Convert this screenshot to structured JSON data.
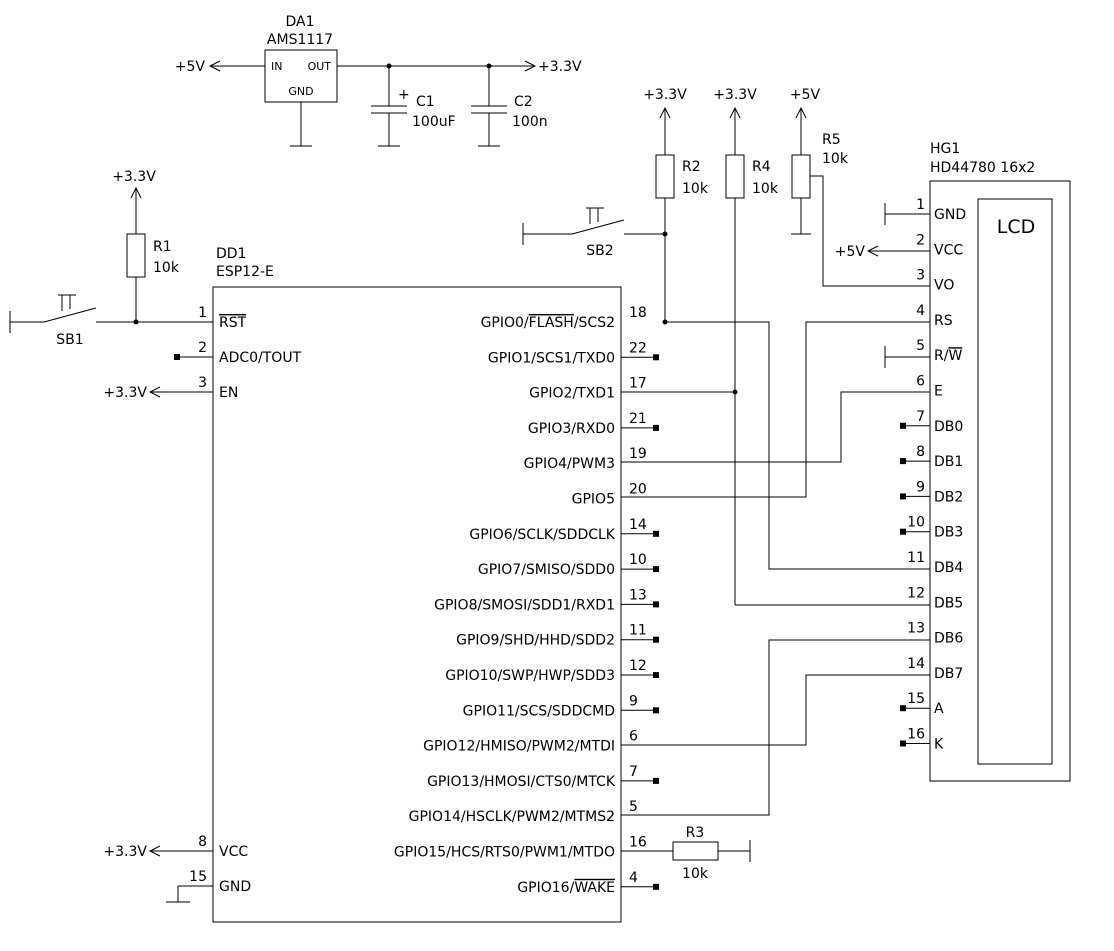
{
  "regulator": {
    "ref": "DA1",
    "part": "AMS1117",
    "pin_in": "IN",
    "pin_out": "OUT",
    "pin_gnd": "GND",
    "in_supply": "+5V",
    "out_supply": "+3.3V"
  },
  "capacitors": [
    {
      "ref": "C1",
      "value": "100uF",
      "polarity": "+"
    },
    {
      "ref": "C2",
      "value": "100n"
    }
  ],
  "resistors": [
    {
      "ref": "R1",
      "value": "10k",
      "supply": "+3.3V"
    },
    {
      "ref": "R2",
      "value": "10k",
      "supply": "+3.3V"
    },
    {
      "ref": "R3",
      "value": "10k"
    },
    {
      "ref": "R4",
      "value": "10k",
      "supply": "+3.3V"
    },
    {
      "ref": "R5",
      "value": "10k",
      "supply": "+5V"
    }
  ],
  "switches": [
    {
      "ref": "SB1"
    },
    {
      "ref": "SB2"
    }
  ],
  "mcu": {
    "ref": "DD1",
    "part": "ESP12-E",
    "left_pins": [
      {
        "num": "1",
        "name": "RST",
        "overline": true
      },
      {
        "num": "2",
        "name": "ADC0/TOUT"
      },
      {
        "num": "3",
        "name": "EN",
        "supply": "+3.3V"
      },
      {
        "num": "8",
        "name": "VCC",
        "supply": "+3.3V"
      },
      {
        "num": "15",
        "name": "GND"
      }
    ],
    "right_pins": [
      {
        "num": "18",
        "pre": "GPIO0/",
        "ov": "FLASH",
        "post": "/SCS2"
      },
      {
        "num": "22",
        "pre": "GPIO1/SCS1/TXD0"
      },
      {
        "num": "17",
        "pre": "GPIO2/TXD1"
      },
      {
        "num": "21",
        "pre": "GPIO3/RXD0"
      },
      {
        "num": "19",
        "pre": "GPIO4/PWM3"
      },
      {
        "num": "20",
        "pre": "GPIO5"
      },
      {
        "num": "14",
        "pre": "GPIO6/SCLK/SDDCLK"
      },
      {
        "num": "10",
        "pre": "GPIO7/SMISO/SDD0"
      },
      {
        "num": "13",
        "pre": "GPIO8/SMOSI/SDD1/RXD1"
      },
      {
        "num": "11",
        "pre": "GPIO9/SHD/HHD/SDD2"
      },
      {
        "num": "12",
        "pre": "GPIO10/SWP/HWP/SDD3"
      },
      {
        "num": "9",
        "pre": "GPIO11/SCS/SDDCMD"
      },
      {
        "num": "6",
        "pre": "GPIO12/HMISO/PWM2/MTDI"
      },
      {
        "num": "7",
        "pre": "GPIO13/HMOSI/CTS0/MTCK"
      },
      {
        "num": "5",
        "pre": "GPIO14/HSCLK/PWM2/MTMS2"
      },
      {
        "num": "16",
        "pre": "GPIO15/HCS/RTS0/PWM1/MTDO"
      },
      {
        "num": "4",
        "pre": "GPIO16/",
        "ov": "WAKE",
        "post": ""
      }
    ]
  },
  "lcd": {
    "ref": "HG1",
    "part": "HD44780 16x2",
    "screen_label": "LCD",
    "vcc_supply": "+5V",
    "pins": [
      {
        "num": "1",
        "pre": "GND"
      },
      {
        "num": "2",
        "pre": "VCC"
      },
      {
        "num": "3",
        "pre": "VO"
      },
      {
        "num": "4",
        "pre": "RS"
      },
      {
        "num": "5",
        "pre": "R/",
        "ov": "W"
      },
      {
        "num": "6",
        "pre": "E"
      },
      {
        "num": "7",
        "pre": "DB0"
      },
      {
        "num": "8",
        "pre": "DB1"
      },
      {
        "num": "9",
        "pre": "DB2"
      },
      {
        "num": "10",
        "pre": "DB3"
      },
      {
        "num": "11",
        "pre": "DB4"
      },
      {
        "num": "12",
        "pre": "DB5"
      },
      {
        "num": "13",
        "pre": "DB6"
      },
      {
        "num": "14",
        "pre": "DB7"
      },
      {
        "num": "15",
        "pre": "A"
      },
      {
        "num": "16",
        "pre": "K"
      }
    ]
  }
}
